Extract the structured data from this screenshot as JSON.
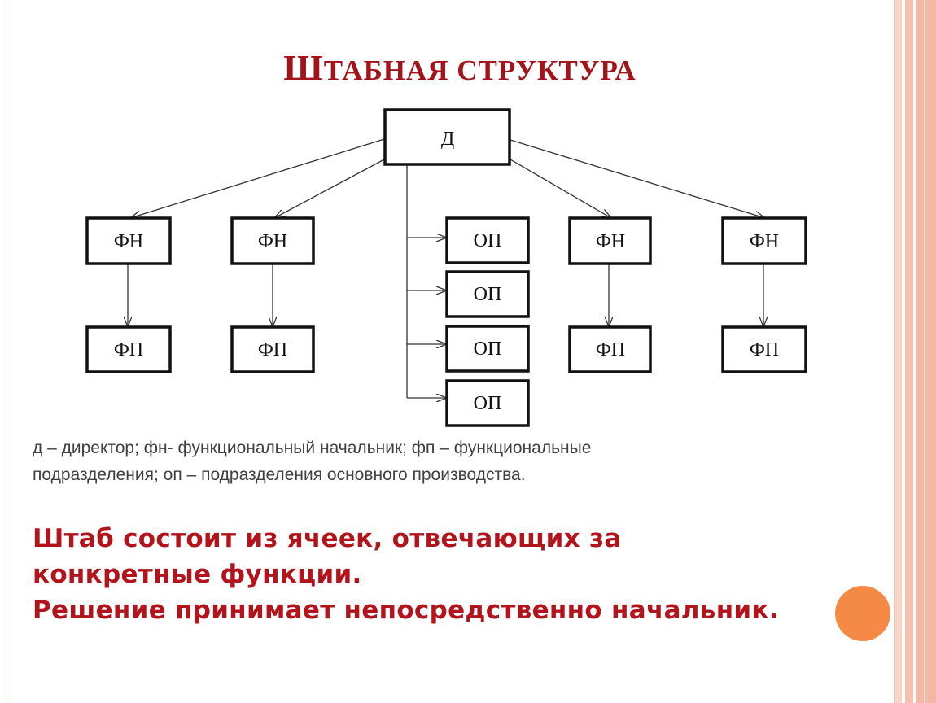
{
  "slide": {
    "title_first": "Ш",
    "title_rest": "ТАБНАЯ СТРУКТУРА",
    "legend_line1": "д – директор; фн- функциональный начальник; фп – функциональные",
    "legend_line2": "подразделения; оп – подразделения основного производства.",
    "note_lines": [
      "Штаб состоит из ячеек, отвечающих за",
      "конкретные функции.",
      "Решение принимает непосредственно начальник."
    ],
    "colors": {
      "title": "#a3141a",
      "note": "#b3141c",
      "border_stripe": "#f4c4b4",
      "accent_dot": "#f58a47"
    }
  },
  "diagram": {
    "director": "Д",
    "functional_heads": [
      "ФН",
      "ФН",
      "ФН",
      "ФН"
    ],
    "functional_units": [
      "ФП",
      "ФП",
      "ФП",
      "ФП"
    ],
    "production_units": [
      "ОП",
      "ОП",
      "ОП",
      "ОП"
    ]
  }
}
